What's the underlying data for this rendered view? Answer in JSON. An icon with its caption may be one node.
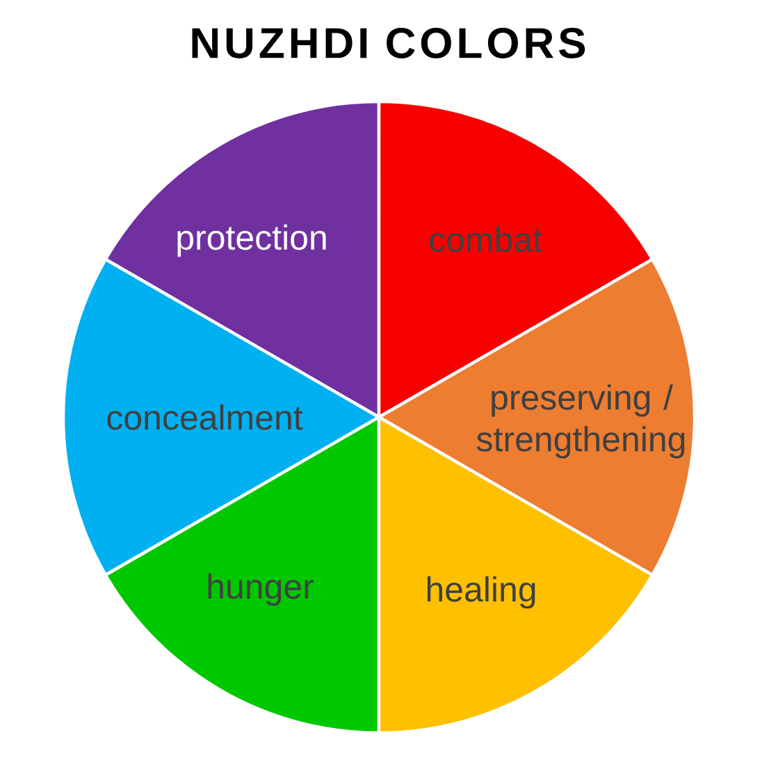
{
  "diagram": {
    "title": "NUZHDI COLORS",
    "nodes": [
      {
        "text": [
          "protection"
        ]
      },
      {
        "text": [
          "combat"
        ]
      },
      {
        "text": [
          "concealment"
        ]
      },
      {
        "text": [
          "preserving / strengthening"
        ]
      },
      {
        "text": [
          "hunger"
        ]
      },
      {
        "text": [
          "healing"
        ]
      }
    ]
  }
}
